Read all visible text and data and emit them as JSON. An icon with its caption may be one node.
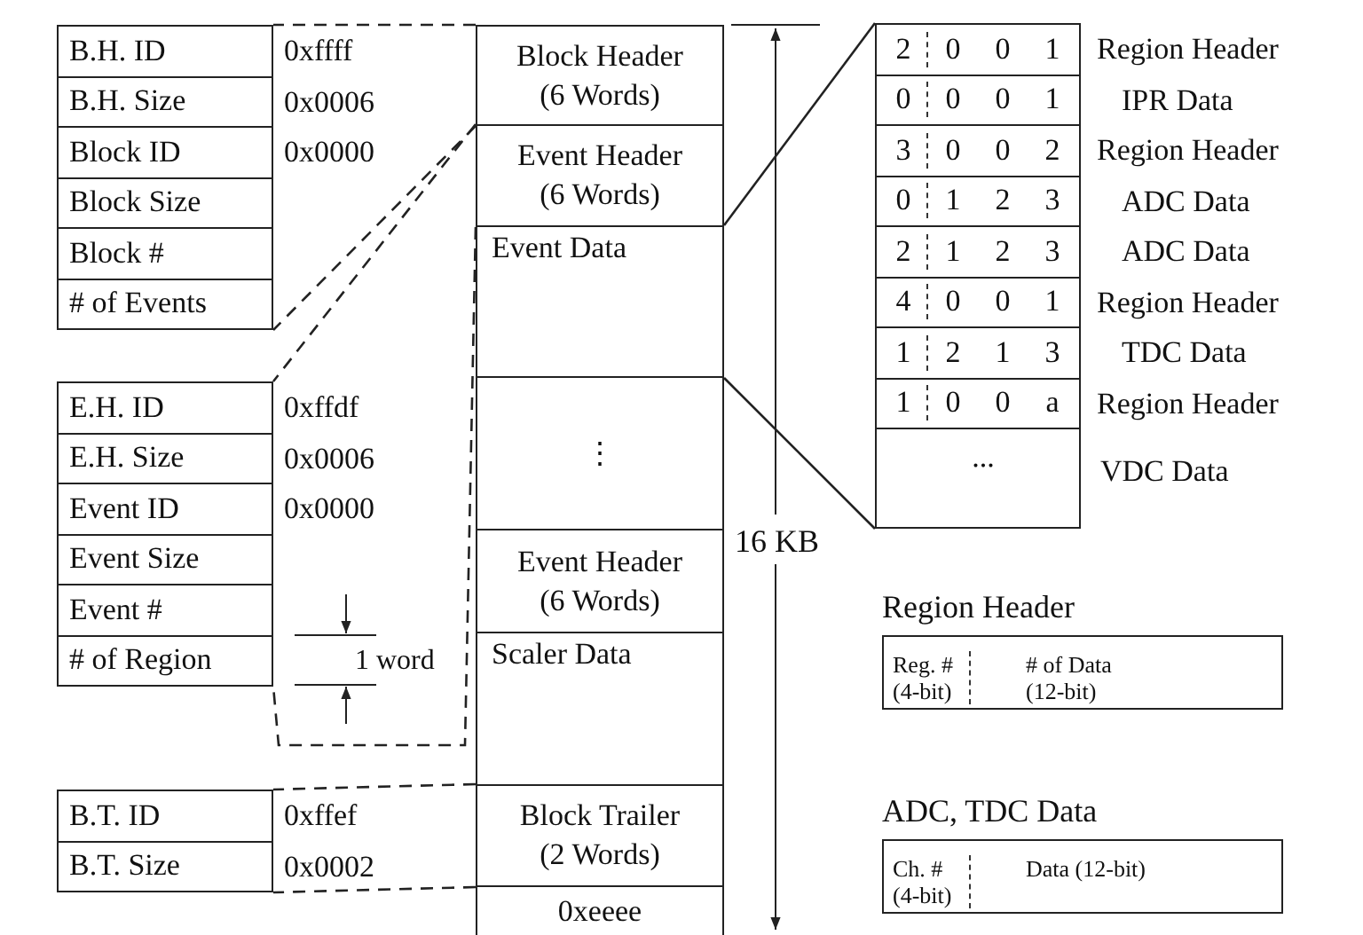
{
  "diagram": {
    "nodes": [
      {
        "text": [],
        "shape": "box"
      },
      {
        "text": [
          "B.H. ID"
        ],
        "in": 0,
        "beside": [
          "0xffff"
        ]
      },
      {
        "text": [
          "B.H. Size"
        ],
        "in": 0,
        "beside": [
          "0x0006"
        ]
      },
      {
        "text": [
          "Block ID"
        ],
        "in": 0,
        "beside": [
          "0x0000"
        ]
      },
      {
        "text": [
          "Block Size"
        ],
        "in": 0
      },
      {
        "text": [
          "Block #"
        ],
        "in": 0
      },
      {
        "text": [
          "# of Events"
        ],
        "in": 0
      },
      {
        "text": [],
        "shape": "box"
      },
      {
        "text": [
          "E.H. ID"
        ],
        "in": 7,
        "beside": [
          "0xffdf"
        ]
      },
      {
        "text": [
          "E.H. Size"
        ],
        "in": 7,
        "beside": [
          "0x0006"
        ]
      },
      {
        "text": [
          "Event ID"
        ],
        "in": 7,
        "beside": [
          "0x0000"
        ]
      },
      {
        "text": [
          "Event Size"
        ],
        "in": 7
      },
      {
        "text": [
          "Event #"
        ],
        "in": 7
      },
      {
        "text": [
          "# of Region"
        ],
        "in": 7
      },
      {
        "text": [],
        "shape": "box"
      },
      {
        "text": [
          "B.T. ID"
        ],
        "in": 14,
        "beside": [
          "0xffef"
        ]
      },
      {
        "text": [
          "B.T. Size"
        ],
        "in": 14,
        "beside": [
          "0x0002"
        ]
      },
      {
        "text": [
          "Block Header (6 Words)"
        ]
      },
      {
        "text": [
          "Event Header (6 Words)"
        ]
      },
      {
        "text": [
          "Event Data"
        ]
      },
      {
        "text": [
          "⋮"
        ]
      },
      {
        "text": [
          "Event Header (6 Words)"
        ]
      },
      {
        "text": [
          "Scaler Data"
        ]
      },
      {
        "text": [
          "Block Trailer (2 Words)"
        ]
      },
      {
        "text": [
          "0xeeee"
        ]
      },
      {
        "text": [],
        "shape": "box"
      },
      {
        "text": [
          "2",
          "0",
          "0",
          "1"
        ],
        "in": 25,
        "beside": [
          "Region Header"
        ]
      },
      {
        "text": [
          "0",
          "0",
          "0",
          "1"
        ],
        "in": 25,
        "beside": [
          "IPR Data"
        ]
      },
      {
        "text": [
          "3",
          "0",
          "0",
          "2"
        ],
        "in": 25,
        "beside": [
          "Region Header"
        ]
      },
      {
        "text": [
          "0",
          "1",
          "2",
          "3"
        ],
        "in": 25,
        "beside": [
          "ADC Data"
        ]
      },
      {
        "text": [
          "2",
          "1",
          "2",
          "3"
        ],
        "in": 25,
        "beside": [
          "ADC Data"
        ]
      },
      {
        "text": [
          "4",
          "0",
          "0",
          "1"
        ],
        "in": 25,
        "beside": [
          "Region Header"
        ]
      },
      {
        "text": [
          "1",
          "2",
          "1",
          "3"
        ],
        "in": 25,
        "beside": [
          "TDC Data"
        ]
      },
      {
        "text": [
          "1",
          "0",
          "0",
          "a"
        ],
        "in": 25,
        "beside": [
          "Region Header"
        ]
      },
      {
        "text": [
          "..."
        ],
        "in": 25,
        "beside": [
          "VDC Data"
        ]
      },
      {
        "text": [
          "Region Header",
          "Reg. # (4-bit)",
          "# of Data (12-bit)"
        ]
      },
      {
        "text": [
          "ADC, TDC Data",
          "Ch. # (4-bit)",
          "Data (12-bit)"
        ]
      }
    ],
    "edges": [
      {
        "from": 17,
        "to": 0,
        "arrow": "none",
        "style": "dashed"
      },
      {
        "from": 17,
        "to": 0,
        "arrow": "none",
        "style": "dashed"
      },
      {
        "from": 18,
        "to": 7,
        "arrow": "none",
        "style": "dashed"
      },
      {
        "from": 18,
        "to": 7,
        "arrow": "none",
        "style": "dashed"
      },
      {
        "from": 23,
        "to": 14,
        "arrow": "none",
        "style": "dashed"
      },
      {
        "from": 23,
        "to": 14,
        "arrow": "none",
        "style": "dashed"
      },
      {
        "from": 19,
        "to": 25,
        "arrow": "none"
      },
      {
        "from": 19,
        "to": 25,
        "arrow": "none"
      }
    ],
    "labels": [
      "1 word",
      "16 KB"
    ]
  }
}
